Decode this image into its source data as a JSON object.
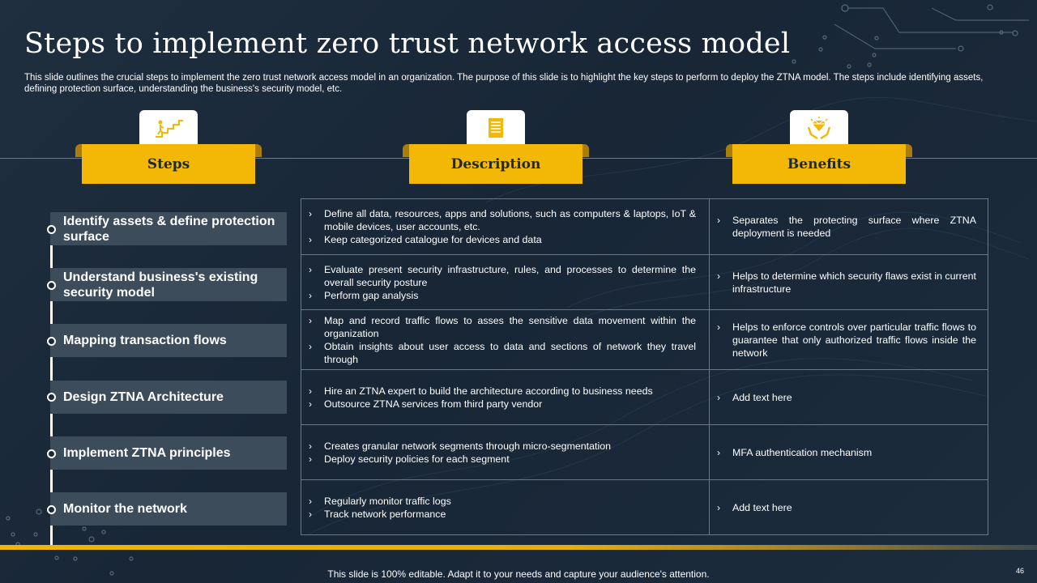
{
  "slide": {
    "title": "Steps to implement zero trust network access model",
    "subtitle": "This slide outlines the crucial steps to implement the zero trust network access model in an organization. The purpose of this slide is to highlight the key steps to perform to deploy the ZTNA model. The steps include identifying assets, defining protection surface, understanding the business's security model, etc.",
    "footer": "This slide is 100% editable. Adapt it to your needs and capture your audience's attention.",
    "page_number": "46"
  },
  "headers": {
    "steps": {
      "label": "Steps",
      "icon": "stairs-climbing-icon"
    },
    "description": {
      "label": "Description",
      "icon": "document-icon"
    },
    "benefits": {
      "label": "Benefits",
      "icon": "hands-diamond-icon"
    }
  },
  "bullet_glyph": "›",
  "rows": [
    {
      "step": "Identify assets & define protection surface",
      "description": [
        "Define all data, resources, apps and solutions, such as computers & laptops, IoT & mobile devices, user accounts, etc.",
        "Keep categorized catalogue for devices and data"
      ],
      "benefit": "Separates the protecting surface where ZTNA deployment is needed"
    },
    {
      "step": "Understand business's existing security model",
      "description": [
        "Evaluate present security infrastructure, rules, and processes to determine the overall security posture",
        "Perform gap analysis"
      ],
      "benefit": "Helps to determine which security flaws exist in current infrastructure"
    },
    {
      "step": "Mapping transaction flows",
      "description": [
        "Map and record traffic flows to asses the sensitive data movement within the organization",
        "Obtain insights about user access to data and sections of network they travel through"
      ],
      "benefit": "Helps to enforce controls over particular traffic flows to guarantee that only authorized traffic flows inside the network"
    },
    {
      "step": "Design ZTNA Architecture",
      "description": [
        "Hire an ZTNA expert to build the architecture according to business needs",
        "Outsource ZTNA services from third party vendor"
      ],
      "benefit": "Add text here"
    },
    {
      "step": "Implement ZTNA principles",
      "description": [
        "Creates granular network segments through micro-segmentation",
        "Deploy security policies for each segment"
      ],
      "benefit": "MFA authentication mechanism"
    },
    {
      "step": "Monitor the network",
      "description": [
        "Regularly monitor traffic logs",
        "Track network performance"
      ],
      "benefit": "Add text here"
    }
  ],
  "colors": {
    "background": "#1b2a3a",
    "accent": "#f3b705",
    "step_box": "#3d4c5b",
    "border": "#6c7a87"
  }
}
